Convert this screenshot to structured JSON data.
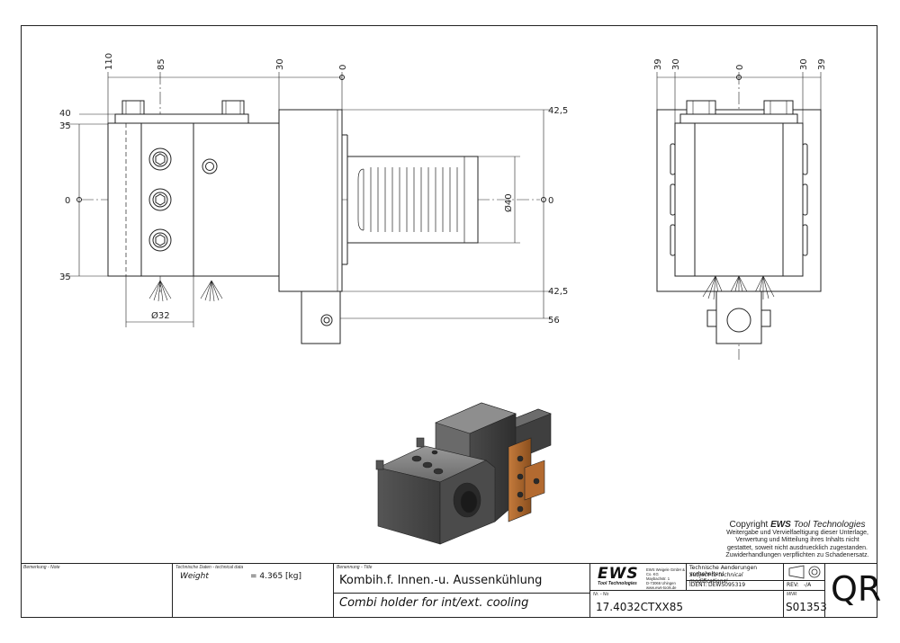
{
  "dimensions": {
    "top_view": {
      "horiz": [
        "110",
        "85",
        "30",
        "0"
      ],
      "left": [
        "40",
        "35",
        "0",
        "35"
      ],
      "right": [
        "42,5",
        "0",
        "42,5",
        "56"
      ],
      "bore_dia": "Ø40",
      "cooling_dia": "Ø32"
    },
    "side_view": {
      "horiz": [
        "39",
        "30",
        "0",
        "30",
        "39"
      ]
    }
  },
  "copyright": {
    "prefix": "Copyright ",
    "brand": "EWS",
    "suffix": " Tool Technologies",
    "lines": [
      "Weitergabe und Vervielfaeltigung dieser Unterlage,",
      "Verwertung und Mitteilung ihres Inhalts nicht",
      "gestattet, soweit nicht ausdruecklich zugestanden.",
      "Zuwiderhandlungen verpflichten zu Schadenersatz."
    ]
  },
  "title_block": {
    "remark_caption": "Bemerkung - Note",
    "tech_caption": "Technische Daten - technical data",
    "weight_label": "Weight",
    "weight_value": "= 4.365 [kg]",
    "title_caption": "Benennung - Title",
    "title_de": "Kombih.f. Innen.-u. Aussenkühlung",
    "title_en": "Combi holder for int/ext. cooling",
    "logo_text": "EWS",
    "logo_sub": "Tool Technologies",
    "company_lines": [
      "EWS Weigele GmbH & Co. KG",
      "Maybachstr. 1",
      "D-73066 Uhingen",
      "www.ews-tools.de"
    ],
    "change_de": "Technische Aenderungen vorbehalten!",
    "change_en": "Subject to technical modifications!",
    "ident_label": "IDENT:",
    "ident_value": "DEWS095319",
    "rev_label": "REV:",
    "rev_value": "-/A",
    "nr_caption": "Nr. - No",
    "part_number": "17.4032CTXX85",
    "mnr_caption": "MNR",
    "mnr_value": "S01353",
    "qr_label": "QR"
  }
}
